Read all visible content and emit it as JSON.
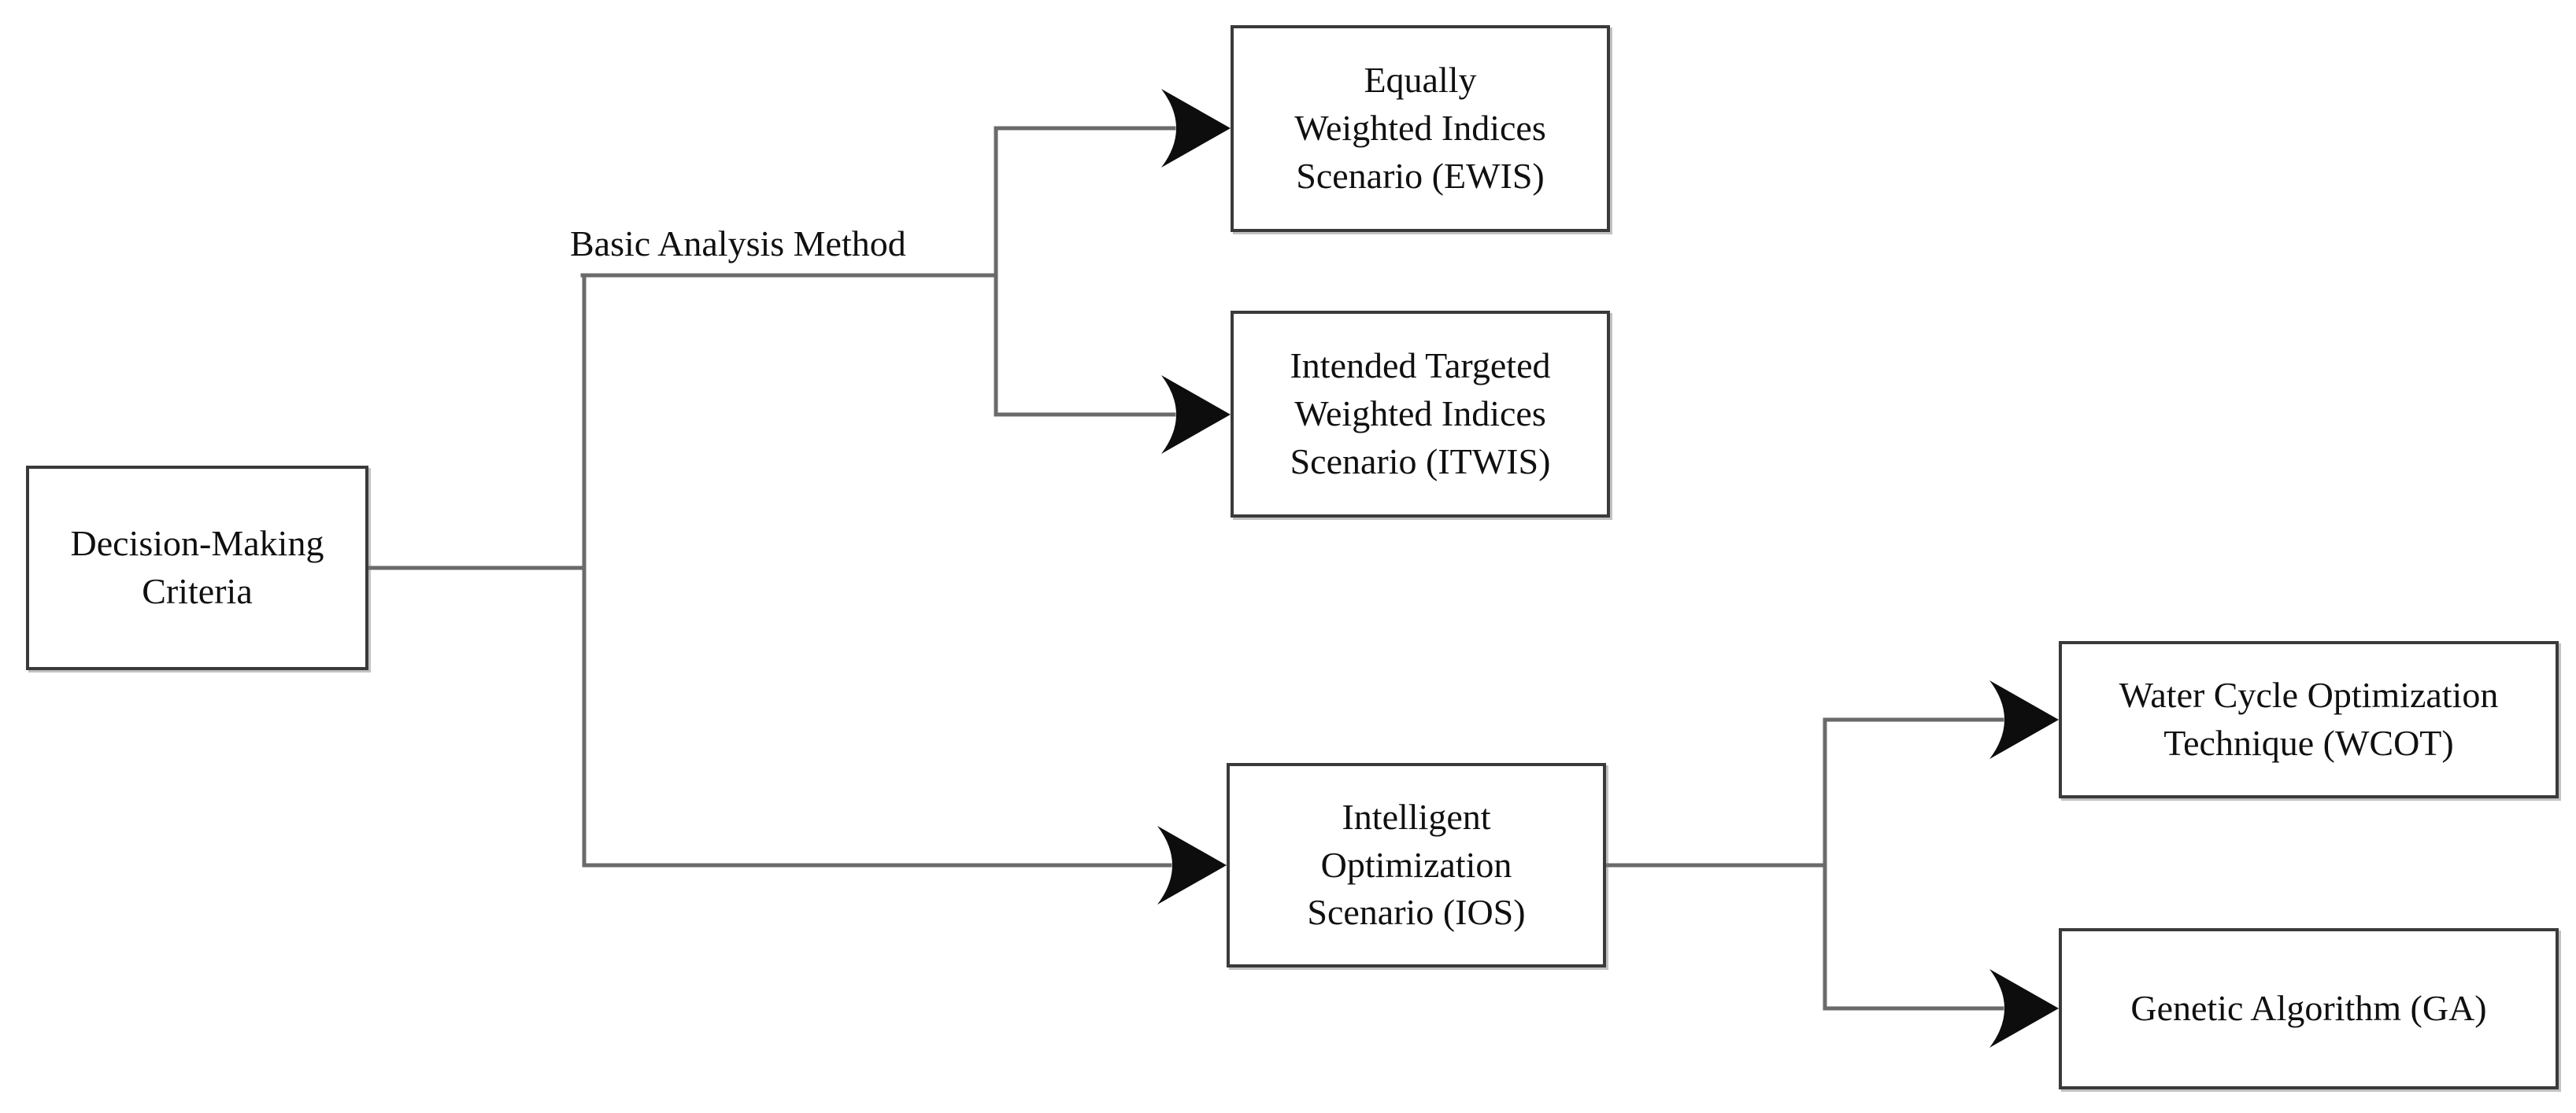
{
  "figure": {
    "root_node": {
      "lines": [
        "Decision-Making",
        "Criteria"
      ]
    },
    "branch_label": "Basic Analysis Method",
    "nodes": {
      "ewis": {
        "lines": [
          "Equally",
          "Weighted Indices",
          "Scenario (EWIS)"
        ]
      },
      "itwis": {
        "lines": [
          "Intended Targeted",
          "Weighted Indices",
          "Scenario (ITWIS)"
        ]
      },
      "ios": {
        "lines": [
          "Intelligent",
          "Optimization",
          "Scenario (IOS)"
        ]
      },
      "wcot": {
        "lines": [
          "Water Cycle Optimization",
          "Technique (WCOT)"
        ]
      },
      "ga": {
        "lines": [
          "Genetic Algorithm (GA)"
        ]
      }
    },
    "colors": {
      "background": "#ffffff",
      "connector": "#6a6a6a",
      "arrowhead": "#0d0d0d",
      "box_border": "#3a3a3a",
      "text": "#101010"
    }
  }
}
